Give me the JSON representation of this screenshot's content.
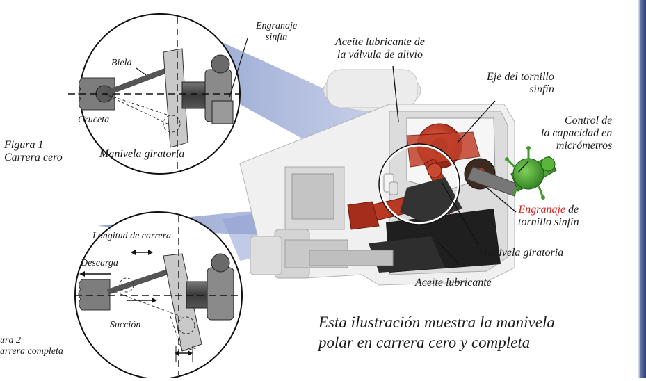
{
  "labels": {
    "engranaje_sinfin_top": [
      "Engranaje",
      "sinfín"
    ],
    "biela": "Biela",
    "cruceta": "Cruceta",
    "manivela_giratoria_fig1": "Manivela giratoria",
    "figura1": [
      "Figura 1",
      "Carrera cero"
    ],
    "aceite_valvula": [
      "Aceite lubricante de",
      "la válvula de alivio"
    ],
    "eje_tornillo": [
      "Eje del tornillo",
      "sinfín"
    ],
    "control_capacidad": [
      "Control de",
      "la capacidad en",
      "micrómetros"
    ],
    "engranaje_tornillo": {
      "red": "Engranaje",
      "rest": " de",
      "line2": "tornillo sinfín"
    },
    "manivela_giratoria_main": "Manivela giratoria",
    "aceite_lubricante": "Aceite lubricante",
    "longitud_carrera": "Longitud de carrera",
    "descarga": "Descarga",
    "succion": "Succión",
    "figura2": [
      "ura 2",
      "arrera completa"
    ]
  },
  "caption": [
    "Esta ilustración muestra la manivela",
    "polar en carrera cero y completa"
  ],
  "colors": {
    "zoom_cone": "#8f9fd0",
    "pump_red": "#b8321f",
    "control_green": "#3f9a2a",
    "housing": "#eeeeee",
    "dark_mechanism": "#2e2e2e",
    "gray_parts": "#9a9a9a",
    "engranaje_red_text": "#d81e1e"
  }
}
